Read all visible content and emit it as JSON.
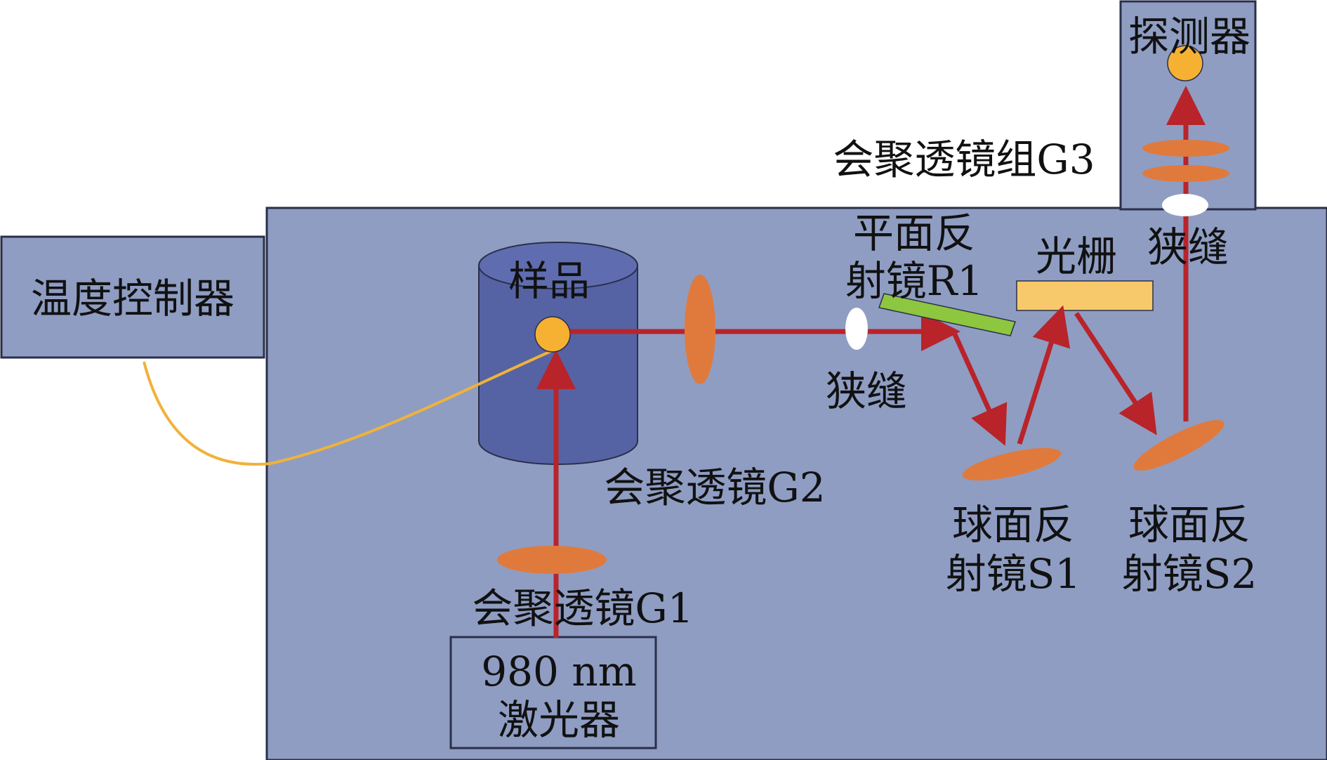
{
  "labels": {
    "temp_controller": "温度控制器",
    "sample": "样品",
    "laser_line1": "980 nm",
    "laser_line2": "激光器",
    "lens_g1": "会聚透镜G1",
    "lens_g2": "会聚透镜G2",
    "lens_group_g3": "会聚透镜组G3",
    "slit_1": "狭缝",
    "slit_2": "狭缝",
    "plane_mirror_line1": "平面反",
    "plane_mirror_line2": "射镜R1",
    "grating": "光栅",
    "sphere_mirror_s1_line1": "球面反",
    "sphere_mirror_s1_line2": "射镜S1",
    "sphere_mirror_s2_line1": "球面反",
    "sphere_mirror_s2_line2": "射镜S2",
    "detector": "探测器"
  },
  "colors": {
    "table": "#8f9dc3",
    "sample_cylinder": "#5563a4",
    "lens": "#e07a3c",
    "beam": "#b8242a",
    "sample_point": "#f6b133",
    "cable": "#f0b23a",
    "plane_mirror": "#8dc63f",
    "grating": "#f7c96a",
    "slit": "#ffffff",
    "outline": "#2a2f4a"
  }
}
